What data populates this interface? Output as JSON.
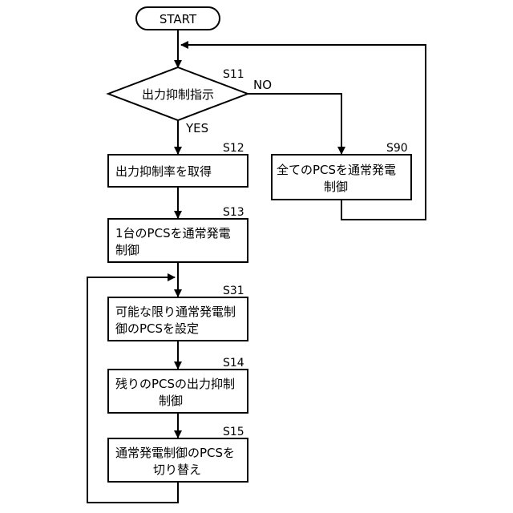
{
  "start": "START",
  "decision": {
    "id": "S11",
    "text": "出力抑制指示",
    "no": "NO",
    "yes": "YES"
  },
  "steps": [
    {
      "id": "S12",
      "lines": [
        "出力抑制率を取得"
      ]
    },
    {
      "id": "S13",
      "lines": [
        "1台のPCSを通常発電",
        "制御"
      ]
    },
    {
      "id": "S31",
      "lines": [
        "可能な限り通常発電制",
        "御のPCSを設定"
      ]
    },
    {
      "id": "S14",
      "lines": [
        "残りのPCSの出力抑制",
        "制御"
      ]
    },
    {
      "id": "S15",
      "lines": [
        "通常発電制御のPCSを",
        "切り替え"
      ]
    },
    {
      "id": "S90",
      "lines": [
        "全てのPCSを通常発電",
        "制御"
      ]
    }
  ]
}
